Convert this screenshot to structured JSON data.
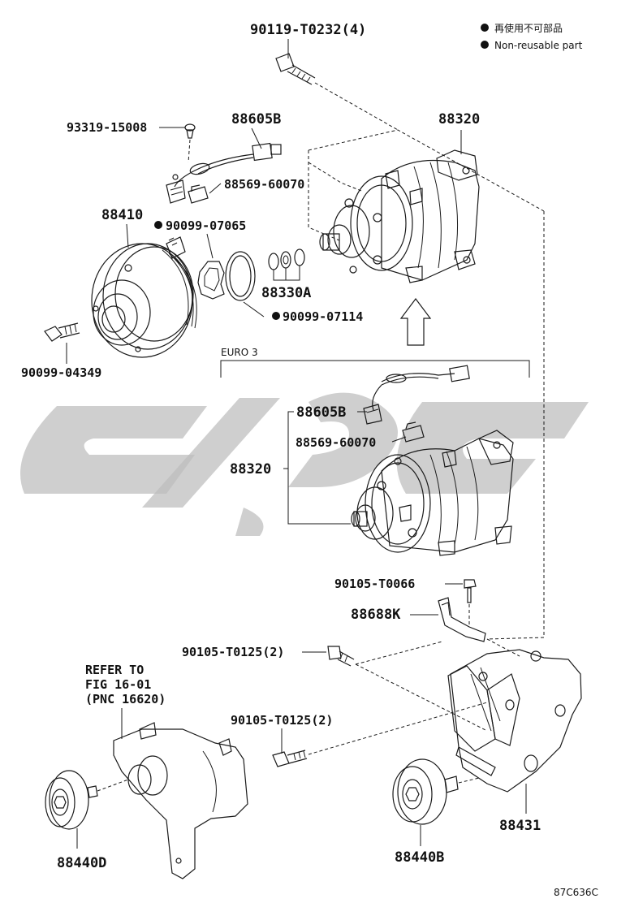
{
  "legend": {
    "item1": "再使用不可部品",
    "item2": "Non-reusable part"
  },
  "labels": {
    "bolt_top": "90119-T0232(4)",
    "screw_93319": "93319-15008",
    "harness_88605B": "88605B",
    "compressor_88320": "88320",
    "clip_88569": "88569-60070",
    "clutch_88410": "88410",
    "ring_90099_07065": "90099-07065",
    "shim_88330A": "88330A",
    "ring_90099_07114": "90099-07114",
    "bolt_90099_04349": "90099-04349",
    "euro3": "EURO 3",
    "euro3_harness": "88605B",
    "euro3_clip": "88569-60070",
    "euro3_compressor": "88320",
    "bolt_90105_T0066": "90105-T0066",
    "bracket_88688K": "88688K",
    "bolt_T0125_a": "90105-T0125(2)",
    "bolt_T0125_b": "90105-T0125(2)",
    "refer_line1": "REFER TO",
    "refer_line2": "FIG 16-01",
    "refer_line3": "(PNC 16620)",
    "idler_88440D": "88440D",
    "idler_88440B": "88440B",
    "bracket_88431": "88431",
    "fig_code": "87C636C"
  },
  "colors": {
    "line": "#1a1a1a",
    "watermark": "#bdbdbd",
    "background": "#ffffff"
  }
}
